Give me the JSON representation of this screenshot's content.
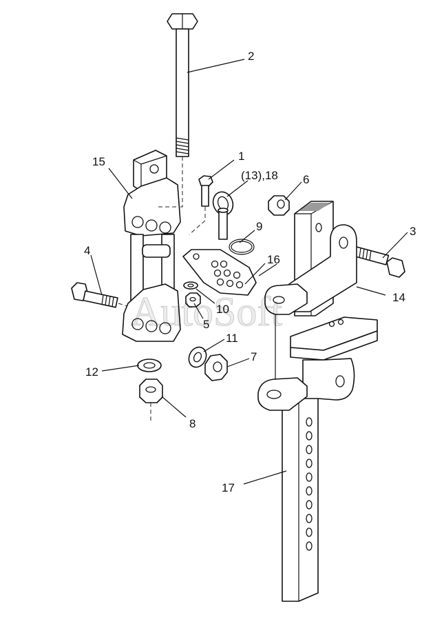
{
  "watermark": "AutoSoft",
  "callouts": {
    "c1": "1",
    "c2": "2",
    "c3": "3",
    "c4": "4",
    "c5": "5",
    "c6": "6",
    "c7": "7",
    "c8": "8",
    "c9": "9",
    "c10": "10",
    "c11": "11",
    "c12": "12",
    "c13_18": "(13),18",
    "c14": "14",
    "c15": "15",
    "c16": "16",
    "c17": "17"
  }
}
